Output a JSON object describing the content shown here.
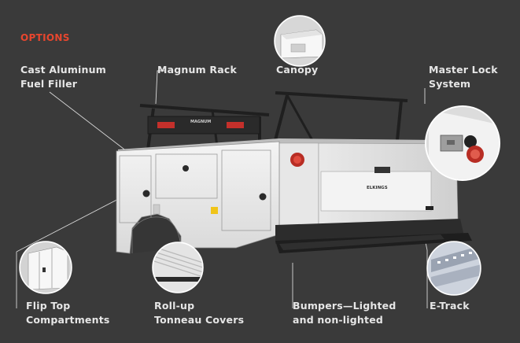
{
  "header": {
    "title": "OPTIONS"
  },
  "accent_color": "#e8462e",
  "background_color": "#3a3a3a",
  "options": {
    "fuel_filler": [
      "Cast Aluminum",
      "Fuel Filler"
    ],
    "magnum_rack": [
      "Magnum Rack"
    ],
    "canopy": [
      "Canopy"
    ],
    "master_lock": [
      "Master Lock",
      "System"
    ],
    "flip_top": [
      "Flip Top",
      "Compartments"
    ],
    "tonneau": [
      "Roll-up",
      "Tonneau Covers"
    ],
    "bumpers": [
      "Bumpers—Lighted",
      "and non-lighted"
    ],
    "etrack": [
      "E-Track"
    ]
  },
  "body_branding": {
    "rack_logo": "MAGNUM",
    "tailgate_logo": "ELKINGS"
  },
  "icons": [
    "canopy-thumbnail",
    "master-lock-thumbnail",
    "flip-top-thumbnail",
    "tonneau-thumbnail",
    "e-track-thumbnail"
  ]
}
